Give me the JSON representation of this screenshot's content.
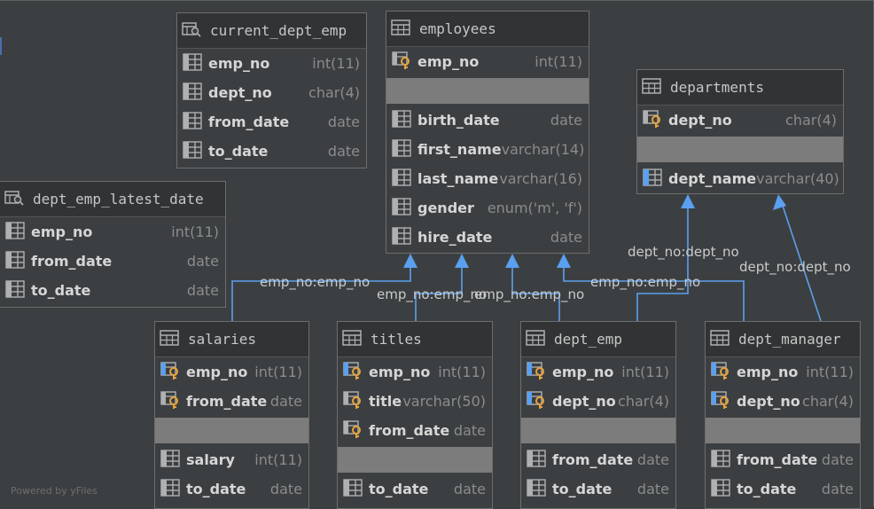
{
  "tables": {
    "current_dept_emp": {
      "name": "current_dept_emp",
      "columns": [
        {
          "name": "emp_no",
          "type": "int(11)"
        },
        {
          "name": "dept_no",
          "type": "char(4)"
        },
        {
          "name": "from_date",
          "type": "date"
        },
        {
          "name": "to_date",
          "type": "date"
        }
      ]
    },
    "employees": {
      "name": "employees",
      "columns": [
        {
          "name": "emp_no",
          "type": "int(11)"
        },
        {
          "name": "birth_date",
          "type": "date"
        },
        {
          "name": "first_name",
          "type": "varchar(14)"
        },
        {
          "name": "last_name",
          "type": "varchar(16)"
        },
        {
          "name": "gender",
          "type": "enum('m', 'f')"
        },
        {
          "name": "hire_date",
          "type": "date"
        }
      ]
    },
    "departments": {
      "name": "departments",
      "columns": [
        {
          "name": "dept_no",
          "type": "char(4)"
        },
        {
          "name": "dept_name",
          "type": "varchar(40)"
        }
      ]
    },
    "dept_emp_latest_date": {
      "name": "dept_emp_latest_date",
      "columns": [
        {
          "name": "emp_no",
          "type": "int(11)"
        },
        {
          "name": "from_date",
          "type": "date"
        },
        {
          "name": "to_date",
          "type": "date"
        }
      ]
    },
    "salaries": {
      "name": "salaries",
      "columns": [
        {
          "name": "emp_no",
          "type": "int(11)"
        },
        {
          "name": "from_date",
          "type": "date"
        },
        {
          "name": "salary",
          "type": "int(11)"
        },
        {
          "name": "to_date",
          "type": "date"
        }
      ]
    },
    "titles": {
      "name": "titles",
      "columns": [
        {
          "name": "emp_no",
          "type": "int(11)"
        },
        {
          "name": "title",
          "type": "varchar(50)"
        },
        {
          "name": "from_date",
          "type": "date"
        },
        {
          "name": "to_date",
          "type": "date"
        }
      ]
    },
    "dept_emp": {
      "name": "dept_emp",
      "columns": [
        {
          "name": "emp_no",
          "type": "int(11)"
        },
        {
          "name": "dept_no",
          "type": "char(4)"
        },
        {
          "name": "from_date",
          "type": "date"
        },
        {
          "name": "to_date",
          "type": "date"
        }
      ]
    },
    "dept_manager": {
      "name": "dept_manager",
      "columns": [
        {
          "name": "emp_no",
          "type": "int(11)"
        },
        {
          "name": "dept_no",
          "type": "char(4)"
        },
        {
          "name": "from_date",
          "type": "date"
        },
        {
          "name": "to_date",
          "type": "date"
        }
      ]
    }
  },
  "relations": {
    "salaries_emp": "emp_no:emp_no",
    "titles_emp": "emp_no:emp_no",
    "dept_emp_emp": "emp_no:emp_no",
    "dept_manager_emp": "emp_no:emp_no",
    "dept_emp_dept": "dept_no:dept_no",
    "dept_manager_dept": "dept_no:dept_no"
  },
  "colors": {
    "background": "#3c3f41",
    "header": "#313335",
    "edge": "#5aa0f0",
    "primary_key": "#e8a33d",
    "foreign_key": "#5aa0f0"
  },
  "icons": {
    "table": "table-icon",
    "view": "view-icon",
    "column": "column-icon",
    "key_column": "key-column-icon",
    "fk_column": "foreign-key-column-icon"
  },
  "watermark": "Powered by yFiles"
}
